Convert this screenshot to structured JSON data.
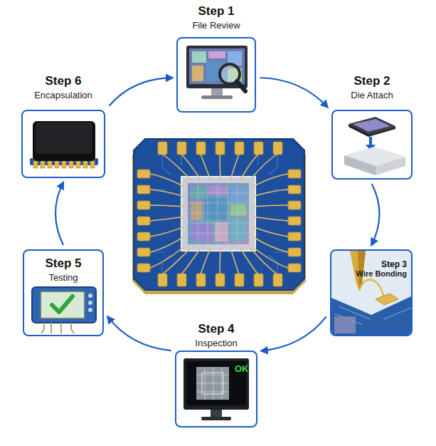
{
  "diagram": {
    "nodes": [
      {
        "text": [
          "Step 1",
          "File Review"
        ]
      },
      {
        "text": [
          "Step 2",
          "Die Attach"
        ]
      },
      {
        "text": [
          "Step 3",
          "Wire Bonding"
        ]
      },
      {
        "text": [
          "Step 4",
          "Inspection"
        ]
      },
      {
        "text": [
          "Step 5",
          "Testing"
        ]
      },
      {
        "text": [
          "Step 6",
          "Encapsulation"
        ]
      }
    ],
    "edges": [
      {
        "from": 0,
        "to": 1,
        "arrow": "to"
      },
      {
        "from": 1,
        "to": 2,
        "arrow": "to"
      },
      {
        "from": 2,
        "to": 3,
        "arrow": "to"
      },
      {
        "from": 3,
        "to": 4,
        "arrow": "to"
      },
      {
        "from": 4,
        "to": 5,
        "arrow": "to"
      },
      {
        "from": 5,
        "to": 0,
        "arrow": "to"
      }
    ],
    "labels": [
      "OK"
    ]
  }
}
